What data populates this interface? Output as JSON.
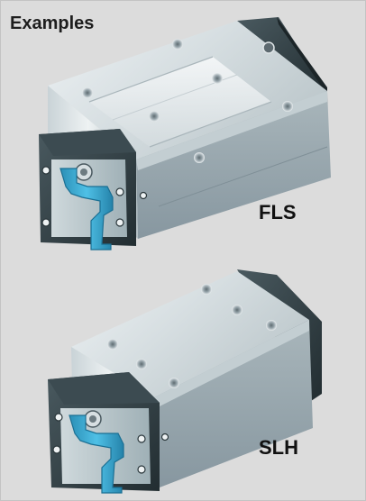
{
  "heading": "Examples",
  "figures": [
    {
      "caption": "FLS",
      "type": "flanged-carriage-with-rail"
    },
    {
      "caption": "SLH",
      "type": "slim-high-carriage-with-rail"
    }
  ],
  "colors": {
    "background": "#dcdcdc",
    "rail": "#2ea3cc",
    "end_cap": "#2d3b40",
    "steel_light": "#ecf0f2",
    "steel_mid": "#b9c5ca",
    "steel_dark": "#8e9ca2"
  }
}
